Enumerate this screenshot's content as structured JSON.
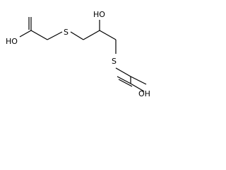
{
  "molecule": {
    "atom_labels": {
      "ho_top_left": "HO",
      "s_left": "S",
      "ho_middle": "HO",
      "s_right": "S",
      "oh_bottom_right": "OH"
    },
    "colors": {
      "bond": "#000000",
      "label": "#000000",
      "background": "#ffffff"
    }
  }
}
